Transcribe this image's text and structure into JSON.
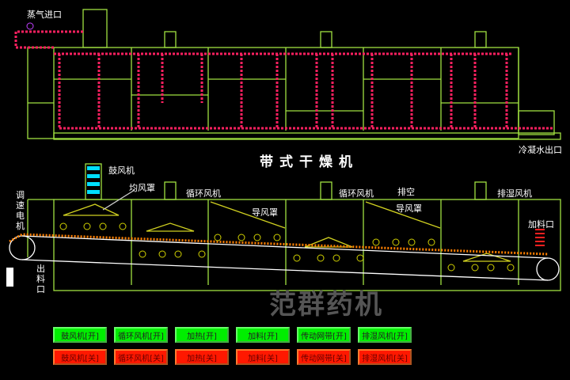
{
  "top_diagram": {
    "steam_inlet": "蒸气进口",
    "condensate_outlet": "冷凝水出口"
  },
  "title": "带式干燥机",
  "bottom_diagram": {
    "blower": "鼓风机",
    "air_hood": "均风罩",
    "circ_fan_1": "循环风机",
    "circ_fan_2": "循环风机",
    "guide_hood_1": "导风罩",
    "guide_hood_2": "导风罩",
    "exhaust": "排空",
    "dehumid_fan": "排湿风机",
    "speed_motor": "调速电机",
    "feed_inlet": "加料口",
    "discharge_outlet": "出料口"
  },
  "watermark": "范群药机",
  "buttons": {
    "on": [
      "鼓风机[开]",
      "循环风机[开]",
      "加热[开]",
      "加料[开]",
      "传动网带[开]",
      "排湿风机[开]"
    ],
    "off": [
      "鼓风机[关]",
      "循环风机[关]",
      "加热[关]",
      "加料[关]",
      "传动网带[关]",
      "排湿风机[关]"
    ]
  },
  "colors": {
    "frame": "#a0e040",
    "steam": "#ff2060",
    "on": "#00ee00",
    "off": "#ff1800",
    "chain": "#ff8000"
  }
}
